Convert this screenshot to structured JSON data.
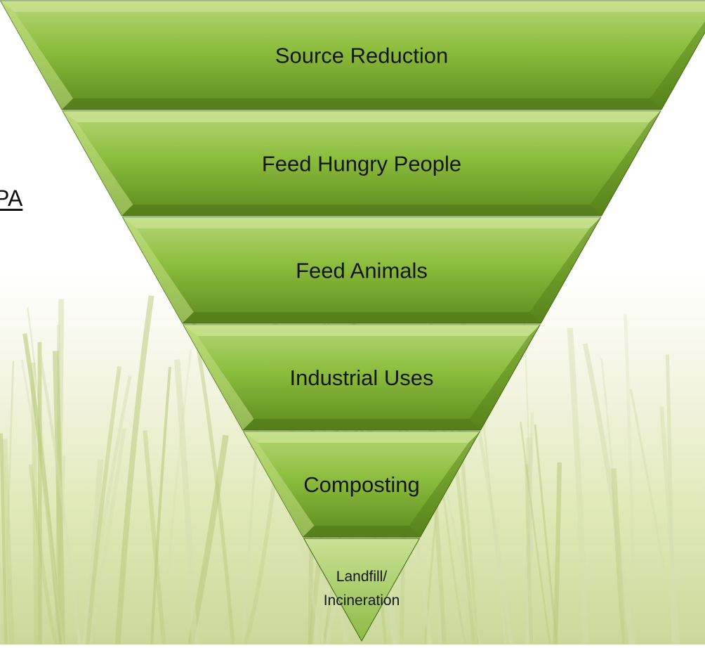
{
  "diagram": {
    "side_link_text": "PA",
    "tiers": [
      {
        "label": "Source Reduction"
      },
      {
        "label": "Feed Hungry People"
      },
      {
        "label": "Feed Animals"
      },
      {
        "label": "Industrial Uses"
      },
      {
        "label": "Composting"
      },
      {
        "label_lines": [
          "Landfill/",
          "Incineration"
        ]
      }
    ]
  },
  "colors": {
    "tier_light": "#b6d676",
    "tier_mid": "#8bbd3d",
    "tier_dark": "#5d8a1e",
    "edge_dark": "#3f6512"
  }
}
